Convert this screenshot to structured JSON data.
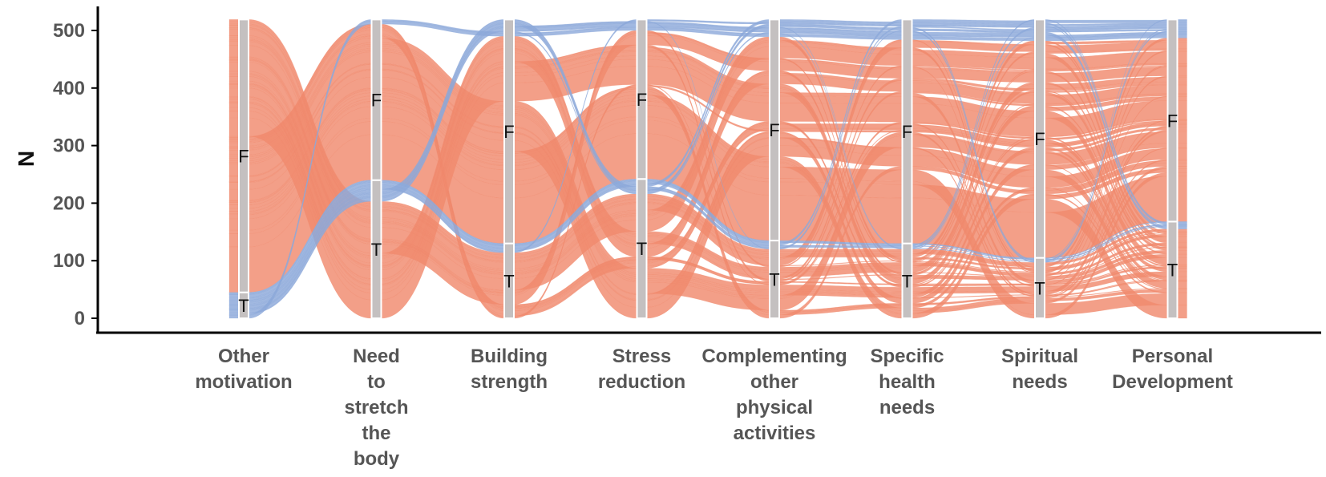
{
  "chart_data": {
    "type": "alluvial",
    "title": "",
    "xlabel": "",
    "ylabel": "N",
    "ylim": [
      0,
      520
    ],
    "yticks": [
      0,
      100,
      200,
      300,
      400,
      500
    ],
    "grid": false,
    "total": 519,
    "categories": [
      "Other motivation",
      "Need to stretch the body",
      "Building strength",
      "Stress reduction",
      "Complementing other physical activities",
      "Specific health needs",
      "Spiritual needs",
      "Personal Development"
    ],
    "category_label_lines": [
      [
        "Other",
        "motivation"
      ],
      [
        "Need",
        "to",
        "stretch",
        "the",
        "body"
      ],
      [
        "Building",
        "strength"
      ],
      [
        "Stress",
        "reduction"
      ],
      [
        "Complementing",
        "other",
        "physical",
        "activities"
      ],
      [
        "Specific",
        "health",
        "needs"
      ],
      [
        "Spiritual",
        "needs"
      ],
      [
        "Personal",
        "Development"
      ]
    ],
    "strata_order": [
      "T",
      "F"
    ],
    "strata_counts": [
      {
        "T": 45,
        "F": 474
      },
      {
        "T": 240,
        "F": 279
      },
      {
        "T": 130,
        "F": 389
      },
      {
        "T": 242,
        "F": 277
      },
      {
        "T": 135,
        "F": 384
      },
      {
        "T": 130,
        "F": 389
      },
      {
        "T": 105,
        "F": 414
      },
      {
        "T": 168,
        "F": 351
      }
    ],
    "flow_colors": {
      "F": "#f08a6e",
      "T": "#8daadb"
    },
    "stratum_box_color": "#c4c0c0"
  }
}
